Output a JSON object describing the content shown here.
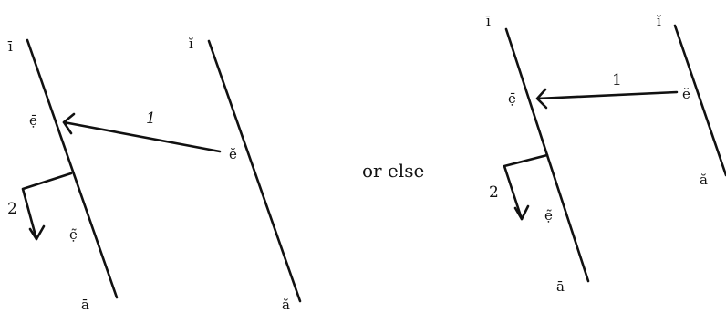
{
  "left_diagram": {
    "front_line": {
      "top_label": "ī",
      "mid_label": "ẹ̄",
      "lower_label": "ẹ̃",
      "bottom_label": "ā"
    },
    "back_line": {
      "top_label": "ĭ",
      "mid_label": "ĕ",
      "bottom_label": "ă"
    },
    "arrow_1_label": "1",
    "arrow_2_label": "2"
  },
  "connector_text": "or else",
  "right_diagram": {
    "front_line": {
      "top_label": "ī",
      "mid_label": "ẹ̄",
      "lower_label": "ẹ̃",
      "bottom_label": "ā"
    },
    "back_line": {
      "top_label": "ĭ",
      "mid_label": "ĕ",
      "bottom_label": "ă"
    },
    "arrow_1_label": "1",
    "arrow_2_label": "2"
  }
}
